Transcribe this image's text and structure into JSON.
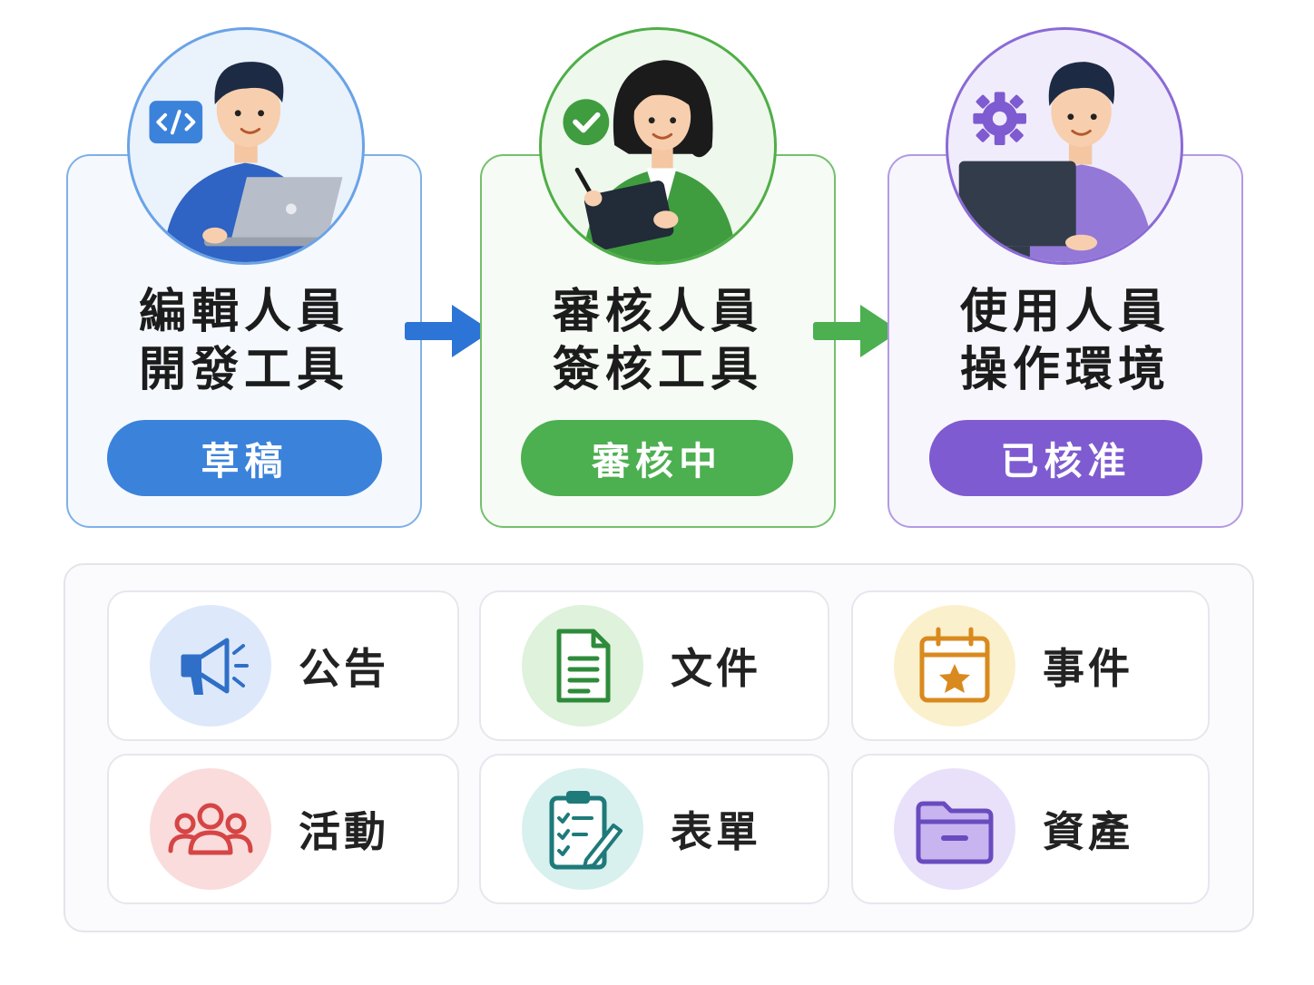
{
  "workflow": {
    "stages": [
      {
        "role_line1": "編輯人員",
        "role_line2": "開發工具",
        "status": "草稿",
        "accent": "#3b82db",
        "badge_icon": "code-icon"
      },
      {
        "role_line1": "審核人員",
        "role_line2": "簽核工具",
        "status": "審核中",
        "accent": "#4caf50",
        "badge_icon": "check-icon"
      },
      {
        "role_line1": "使用人員",
        "role_line2": "操作環境",
        "status": "已核准",
        "accent": "#7e5bd0",
        "badge_icon": "gear-icon"
      }
    ]
  },
  "content_types": [
    {
      "label": "公告",
      "icon": "megaphone-icon",
      "color": "#2f6fc7"
    },
    {
      "label": "文件",
      "icon": "document-icon",
      "color": "#2e8b3a"
    },
    {
      "label": "事件",
      "icon": "calendar-star-icon",
      "color": "#d98a1f"
    },
    {
      "label": "活動",
      "icon": "people-group-icon",
      "color": "#d64545"
    },
    {
      "label": "表單",
      "icon": "clipboard-checklist-icon",
      "color": "#1f7a7a"
    },
    {
      "label": "資產",
      "icon": "folder-icon",
      "color": "#6a4bbf"
    }
  ]
}
